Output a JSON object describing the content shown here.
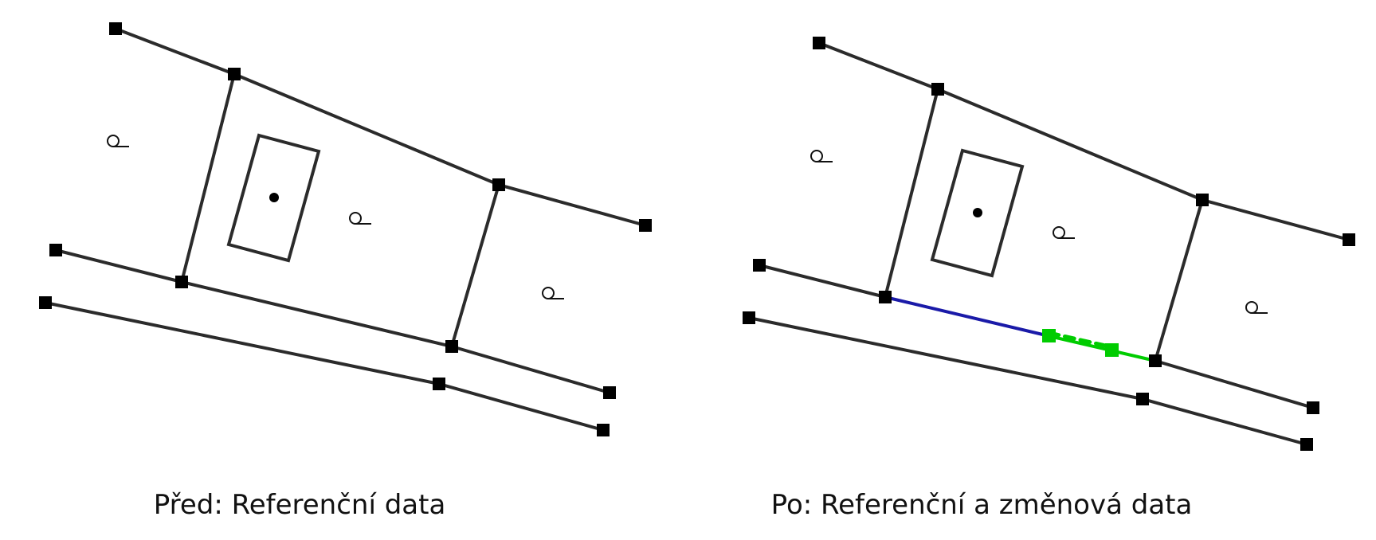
{
  "captions": {
    "before": "Před: Referenční data",
    "after": "Po: Referenční a změnová data"
  },
  "colors": {
    "reference_line": "#2b2b2b",
    "vertex": "#000000",
    "changed_blue": "#1a1aa8",
    "changed_green": "#00cc00"
  },
  "icons": [
    "parcel-label-symbol",
    "definition-point"
  ]
}
